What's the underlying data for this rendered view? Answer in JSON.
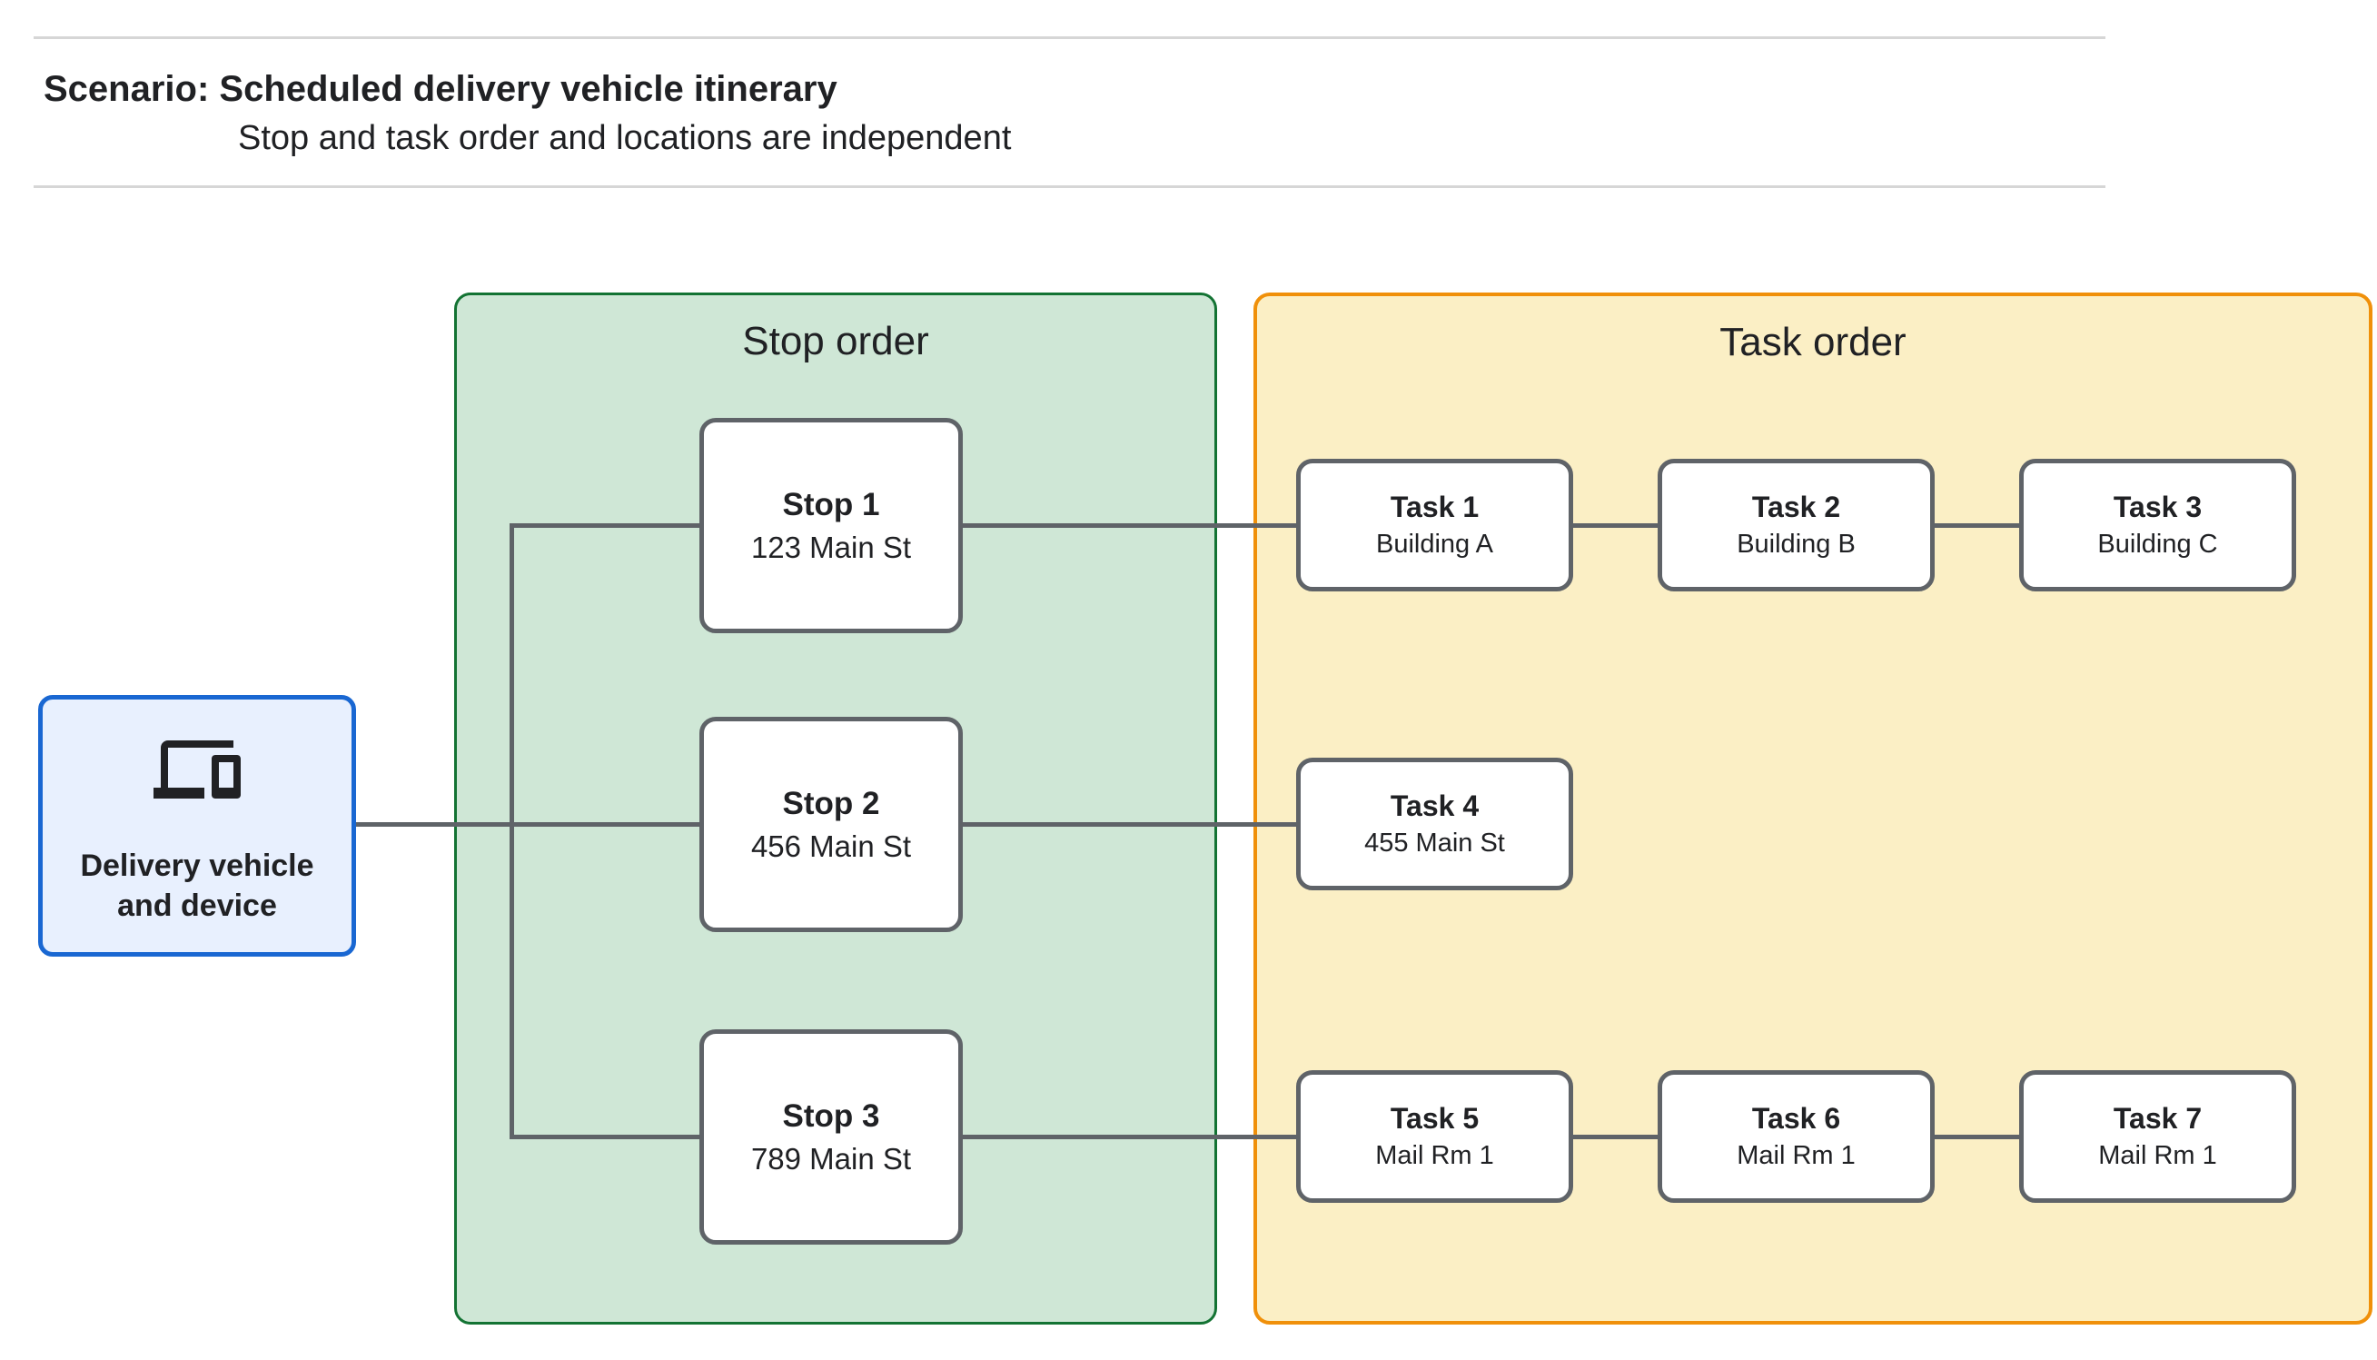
{
  "header": {
    "title": "Scenario: Scheduled delivery vehicle itinerary",
    "subtitle": "Stop and task order and locations are independent"
  },
  "vehicle": {
    "icon": "devices-icon",
    "label_line1": "Delivery vehicle",
    "label_line2": "and device"
  },
  "stop_panel": {
    "title": "Stop order"
  },
  "task_panel": {
    "title": "Task order"
  },
  "stops": [
    {
      "title": "Stop 1",
      "address": "123 Main St"
    },
    {
      "title": "Stop 2",
      "address": "456 Main St"
    },
    {
      "title": "Stop 3",
      "address": "789 Main St"
    }
  ],
  "tasks": [
    {
      "title": "Task 1",
      "location": "Building A"
    },
    {
      "title": "Task 2",
      "location": "Building B"
    },
    {
      "title": "Task 3",
      "location": "Building C"
    },
    {
      "title": "Task 4",
      "location": "455 Main St"
    },
    {
      "title": "Task 5",
      "location": "Mail Rm 1"
    },
    {
      "title": "Task 6",
      "location": "Mail Rm 1"
    },
    {
      "title": "Task 7",
      "location": "Mail Rm 1"
    }
  ],
  "colors": {
    "stop-panel-fill": "#CFE7D6",
    "stop-panel-border": "#137333",
    "task-panel-fill": "#FBEFC5",
    "task-panel-border": "#F0900A",
    "vehicle-fill": "#E8F0FE",
    "vehicle-border": "#1967D2",
    "node-border": "#5F6368",
    "connector": "#5F6368",
    "text": "#202124",
    "rule": "#D6D6D6"
  }
}
